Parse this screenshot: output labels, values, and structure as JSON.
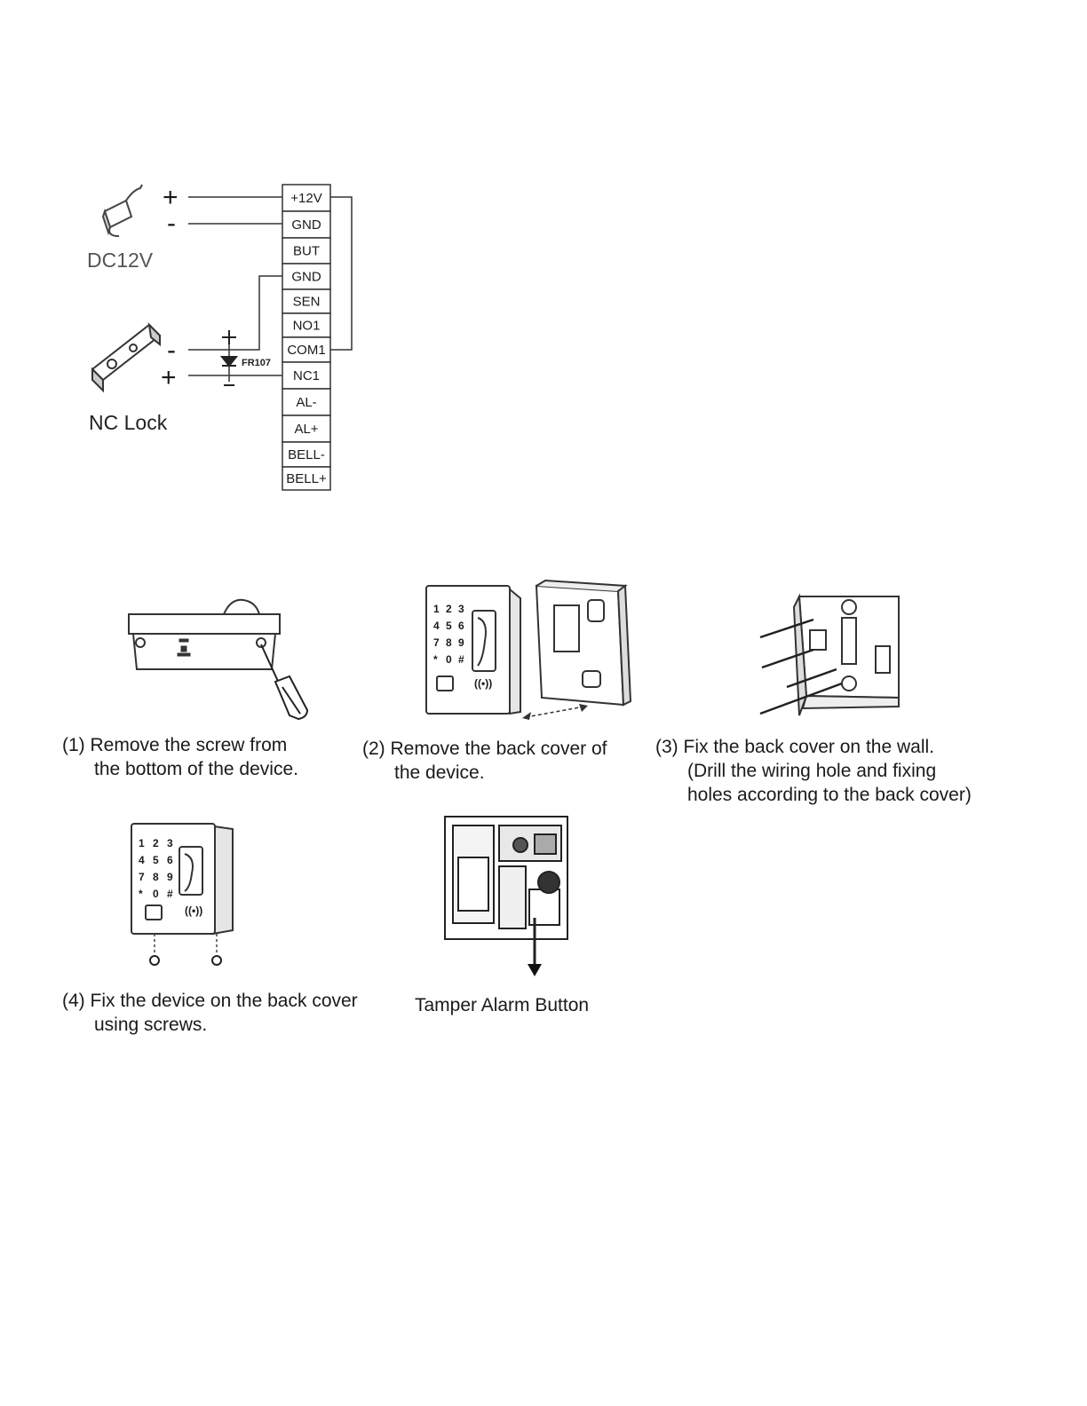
{
  "wiring": {
    "power_label": "DC12V",
    "lock_label": "NC Lock",
    "diode_label": "FR107",
    "plus_sign": "+",
    "minus_sign": "-",
    "terminals": [
      "+12V",
      "GND",
      "BUT",
      "GND",
      "SEN",
      "NO1",
      "COM1",
      "NC1",
      "AL-",
      "AL+",
      "BELL-",
      "BELL+"
    ]
  },
  "steps": [
    {
      "num": "(1)",
      "line1": "Remove the screw from",
      "line2": "the bottom of the device."
    },
    {
      "num": "(2)",
      "line1": "Remove the back cover of",
      "line2": "the device."
    },
    {
      "num": "(3)",
      "line1": "Fix the back cover on the wall.",
      "line2": "(Drill the wiring hole and fixing",
      "line3": "holes according to the back cover)"
    },
    {
      "num": "(4)",
      "line1": "Fix the device on the back cover",
      "line2": "using screws."
    }
  ],
  "tamper_label": "Tamper Alarm Button",
  "keypad_keys": [
    "1",
    "2",
    "3",
    "4",
    "5",
    "6",
    "7",
    "8",
    "9",
    "*",
    "0",
    "#"
  ]
}
